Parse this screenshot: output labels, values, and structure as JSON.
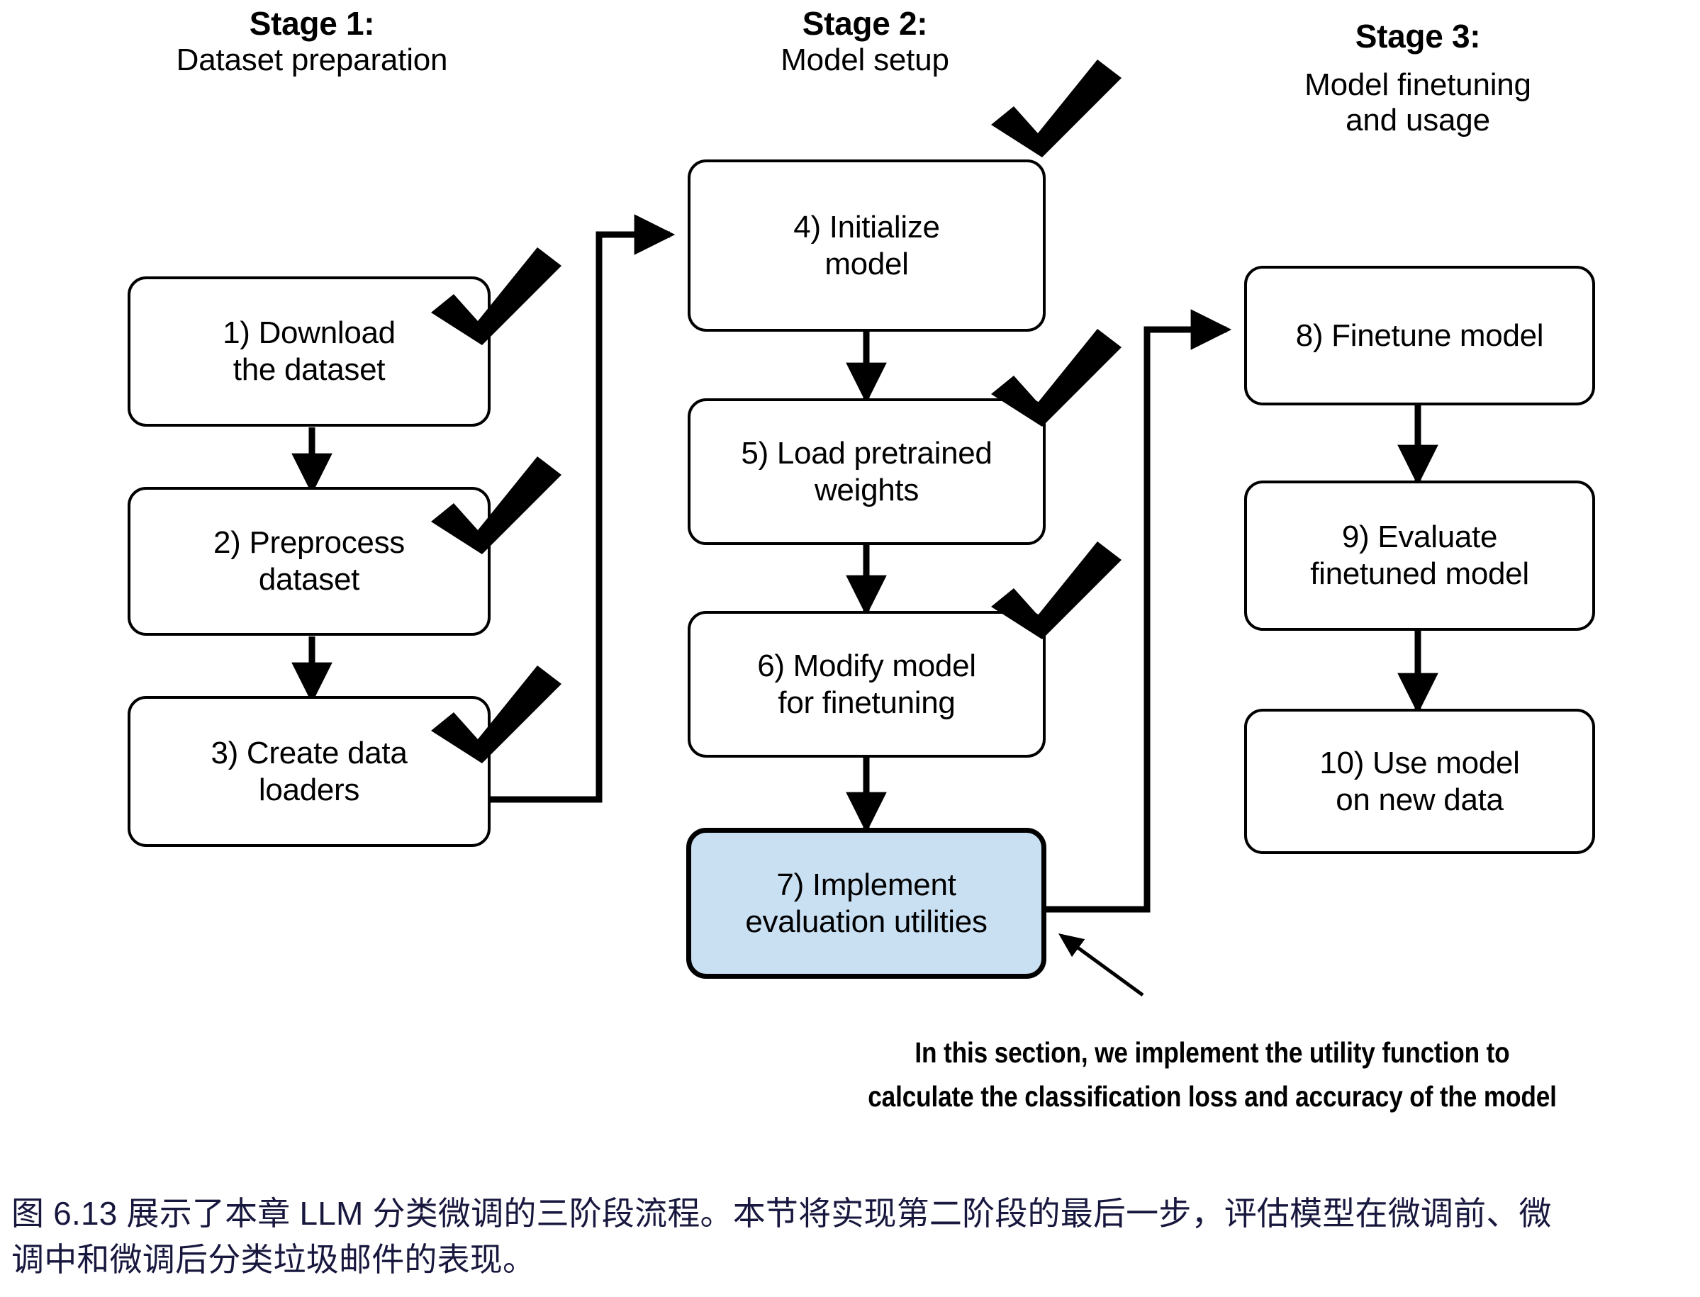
{
  "figure": {
    "stages": [
      {
        "id": "stage-1",
        "title": "Stage 1:",
        "subtitle": "Dataset preparation",
        "steps": [
          {
            "id": "step-1",
            "label": "1) Download\nthe dataset",
            "done": true,
            "highlight": false
          },
          {
            "id": "step-2",
            "label": "2) Preprocess\ndataset",
            "done": true,
            "highlight": false
          },
          {
            "id": "step-3",
            "label": "3) Create data\nloaders",
            "done": true,
            "highlight": false
          }
        ]
      },
      {
        "id": "stage-2",
        "title": "Stage 2:",
        "subtitle": "Model setup",
        "steps": [
          {
            "id": "step-4",
            "label": "4) Initialize\nmodel",
            "done": true,
            "highlight": false
          },
          {
            "id": "step-5",
            "label": "5) Load pretrained\nweights",
            "done": true,
            "highlight": false
          },
          {
            "id": "step-6",
            "label": "6) Modify model\nfor finetuning",
            "done": true,
            "highlight": false
          },
          {
            "id": "step-7",
            "label": "7) Implement\nevaluation utilities",
            "done": false,
            "highlight": true
          }
        ]
      },
      {
        "id": "stage-3",
        "title": "Stage 3:",
        "subtitle": "Model finetuning\nand usage",
        "steps": [
          {
            "id": "step-8",
            "label": "8) Finetune model",
            "done": false,
            "highlight": false
          },
          {
            "id": "step-9",
            "label": "9) Evaluate\nfinetuned model",
            "done": false,
            "highlight": false
          },
          {
            "id": "step-10",
            "label": "10) Use model\non new data",
            "done": false,
            "highlight": false
          }
        ]
      }
    ],
    "annotation": {
      "line1": "In this section, we implement the utility function to",
      "line2": "calculate the classification loss and accuracy of the model"
    },
    "caption": {
      "line1": "图 6.13 展示了本章 LLM 分类微调的三阶段流程。本节将实现第二阶段的最后一步，评估模型在微调前、微",
      "line2": "调中和微调后分类垃圾邮件的表现。"
    },
    "colors": {
      "highlight_fill": "#c9dff2",
      "stroke": "#000000",
      "caption_text": "#18183f",
      "box_fill": "#ffffff"
    },
    "icons": {
      "checkmark": "check-icon",
      "arrow": "arrow-icon"
    }
  }
}
